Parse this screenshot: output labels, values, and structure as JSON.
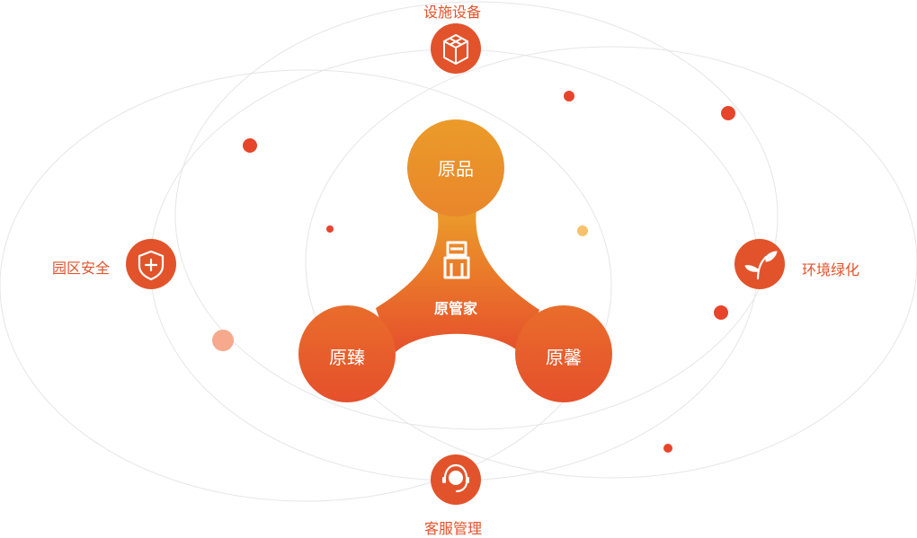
{
  "center": {
    "label": "原管家",
    "icon": "building-icon"
  },
  "lobes": [
    {
      "key": "top",
      "label": "原品"
    },
    {
      "key": "left",
      "label": "原臻"
    },
    {
      "key": "right",
      "label": "原馨"
    }
  ],
  "services": [
    {
      "key": "facilities",
      "label": "设施设备",
      "icon": "box-icon"
    },
    {
      "key": "security",
      "label": "园区安全",
      "icon": "shield-plus-icon"
    },
    {
      "key": "greening",
      "label": "环境绿化",
      "icon": "sprout-icon"
    },
    {
      "key": "customer",
      "label": "客服管理",
      "icon": "headset-icon"
    }
  ],
  "colors": {
    "accent": "#e2532b",
    "gradient_top": "#eb9a2b",
    "gradient_bottom": "#e6522c",
    "orbit": "#e4e4e4",
    "dot_light": "#f8c16b",
    "dot_pale": "#f6a98d"
  }
}
